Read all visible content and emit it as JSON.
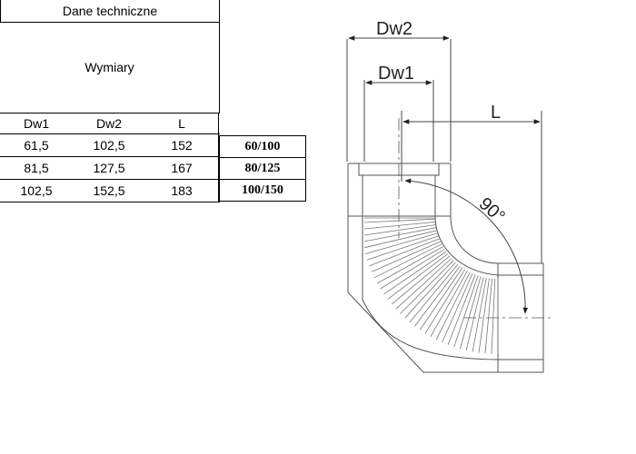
{
  "table": {
    "title": "Dane techniczne",
    "subtitle": "Wymiary",
    "headers": [
      "Dw1",
      "Dw2",
      "L"
    ],
    "rows": [
      {
        "dw1": "61,5",
        "dw2": "102,5",
        "l": "152",
        "code": "60/100"
      },
      {
        "dw1": "81,5",
        "dw2": "127,5",
        "l": "167",
        "code": "80/125"
      },
      {
        "dw1": "102,5",
        "dw2": "152,5",
        "l": "183",
        "code": "100/150"
      }
    ]
  },
  "drawing": {
    "dw2_label": "Dw2",
    "dw1_label": "Dw1",
    "l_label": "L",
    "angle_label": "90°"
  }
}
